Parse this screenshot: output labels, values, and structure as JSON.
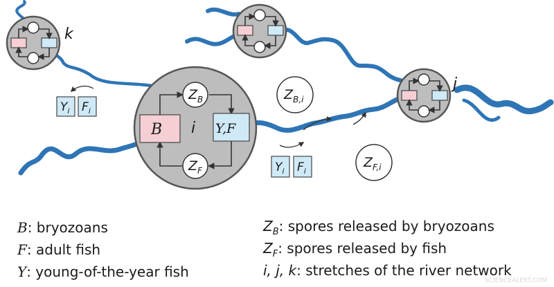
{
  "nodes": {
    "i": {
      "label": "i",
      "zb": "Z",
      "zb_sub": "B",
      "zf": "Z",
      "zf_sub": "F",
      "bryozoan_symbol": "B",
      "fish_symbol": "Y,F"
    },
    "j": {
      "label": "j"
    },
    "k": {
      "label": "k"
    }
  },
  "flows": {
    "zbi": {
      "main": "Z",
      "sub": "B,i"
    },
    "zfi": {
      "main": "Z",
      "sub": "F,i"
    },
    "yk": {
      "main": "Y",
      "sub": "i"
    },
    "fk": {
      "main": "F",
      "sub": "i"
    },
    "yj": {
      "main": "Y",
      "sub": "i"
    },
    "fj": {
      "main": "F",
      "sub": "i"
    }
  },
  "legend": {
    "b_symbol": "B",
    "b_text": ": bryozoans",
    "f_symbol": "F",
    "f_text": ": adult fish",
    "y_symbol": "Y",
    "y_text": ": young-of-the-year fish",
    "zb_main": "Z",
    "zb_sub": "B",
    "zb_text": ": spores released by bryozoans",
    "zf_main": "Z",
    "zf_sub": "F",
    "zf_text": ": spores released by fish",
    "ijk": "i, j, k",
    "ijk_text": ": stretches of the river network"
  },
  "watermark": "SCIENCEALERT.COM",
  "colors": {
    "river": "#2e75b6",
    "node": "#bdbdbd",
    "pink": "#f6cfd4",
    "blue": "#cfe9f7"
  }
}
